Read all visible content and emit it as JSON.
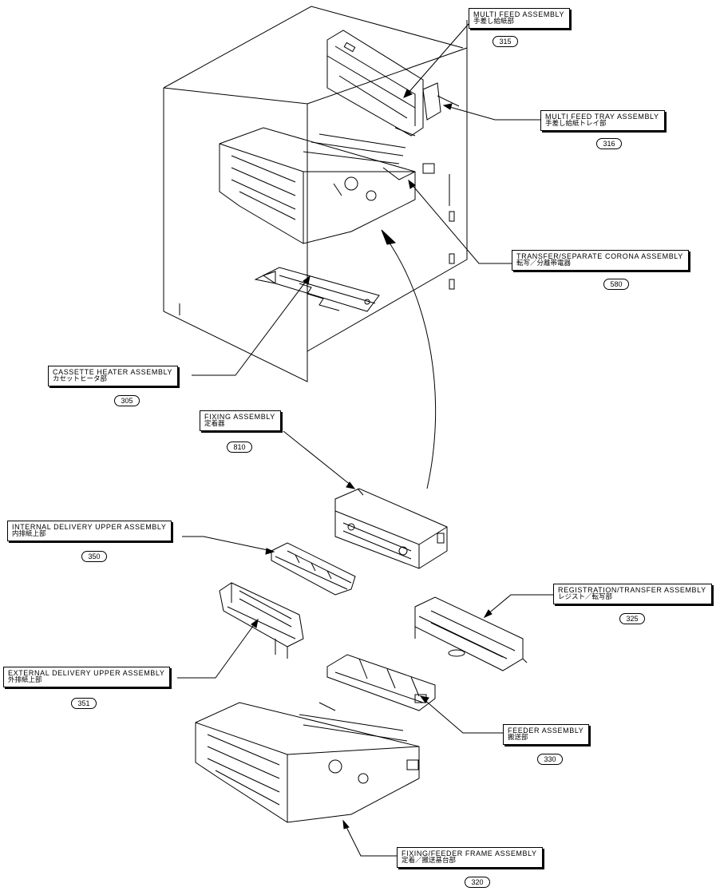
{
  "labels": {
    "multi_feed": {
      "en": "MULTI FEED ASSEMBLY",
      "jp": "手差し給紙部",
      "num": "315"
    },
    "multi_feed_tray": {
      "en": "MULTI FEED TRAY ASSEMBLY",
      "jp": "手差し給紙トレイ部",
      "num": "316"
    },
    "transfer_separate": {
      "en": "TRANSFER/SEPARATE CORONA ASSEMBLY",
      "jp": "転写／分離帯電器",
      "num": "580"
    },
    "cassette_heater": {
      "en": "CASSETTE HEATER ASSEMBLY",
      "jp": "カセットヒータ部",
      "num": "305"
    },
    "fixing": {
      "en": "FIXING ASSEMBLY",
      "jp": "定着器",
      "num": "810"
    },
    "internal_delivery": {
      "en": "INTERNAL DELIVERY UPPER ASSEMBLY",
      "jp": "内排紙上部",
      "num": "350"
    },
    "registration_transfer": {
      "en": "REGISTRATION/TRANSFER ASSEMBLY",
      "jp": "レジスト／転写部",
      "num": "325"
    },
    "external_delivery": {
      "en": "EXTERNAL DELIVERY UPPER ASSEMBLY",
      "jp": "外排紙上部",
      "num": "351"
    },
    "feeder": {
      "en": "FEEDER ASSEMBLY",
      "jp": "搬送部",
      "num": "330"
    },
    "fixing_feeder_frame": {
      "en": "FIXING/FEEDER FRAME ASSEMBLY",
      "jp": "定着／搬送基台部",
      "num": "320"
    }
  },
  "colors": {
    "line": "#000000",
    "background": "#ffffff"
  }
}
